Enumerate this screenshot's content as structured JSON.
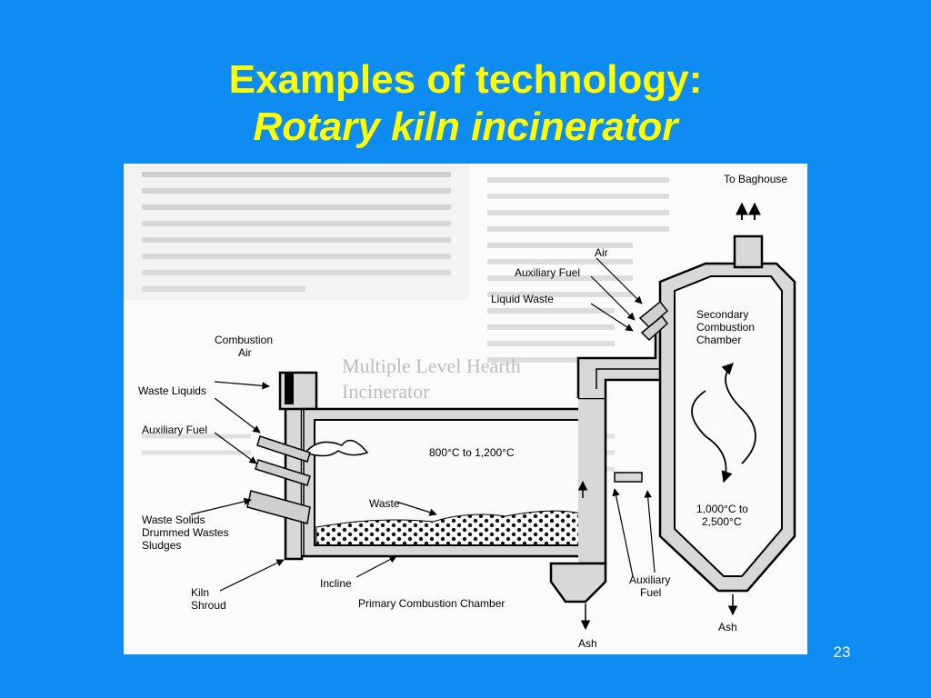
{
  "slide": {
    "title_line1": "Examples of technology:",
    "title_line2": "Rotary kiln incinerator",
    "page_number": "23"
  },
  "diagram": {
    "labels": {
      "to_baghouse": "To Baghouse",
      "air": "Air",
      "auxiliary_fuel_top": "Auxiliary Fuel",
      "liquid_waste": "Liquid Waste",
      "secondary_line1": "Secondary",
      "secondary_line2": "Combustion",
      "secondary_line3": "Chamber",
      "combustion_air_line1": "Combustion",
      "combustion_air_line2": "Air",
      "waste_liquids": "Waste Liquids",
      "auxiliary_fuel_left": "Auxiliary Fuel",
      "kiln_temp": "800°C to 1,200°C",
      "waste": "Waste",
      "waste_solids_line1": "Waste Solids",
      "waste_solids_line2": "Drummed Wastes",
      "waste_solids_line3": "Sludges",
      "secondary_temp_line1": "1,000°C to",
      "secondary_temp_line2": "2,500°C",
      "kiln_shroud_line1": "Kiln",
      "kiln_shroud_line2": "Shroud",
      "incline": "Incline",
      "primary_chamber": "Primary Combustion Chamber",
      "auxiliary_fuel_bottom_line1": "Auxiliary",
      "auxiliary_fuel_bottom_line2": "Fuel",
      "ash_left": "Ash",
      "ash_right": "Ash",
      "background_heading_line1": "Multiple Level Hearth",
      "background_heading_line2": "Incinerator"
    }
  }
}
